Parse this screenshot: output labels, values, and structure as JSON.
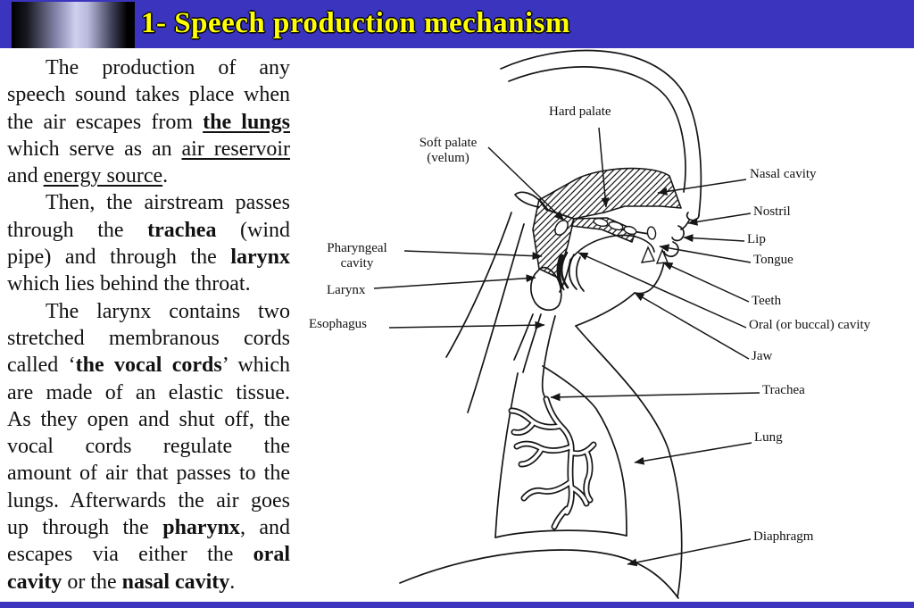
{
  "title_bar": {
    "title": "1- Speech production mechanism",
    "background": "#3a34bf",
    "title_color": "#ffff00"
  },
  "footer_bar": {
    "background": "#3a34bf"
  },
  "body_text": {
    "paragraphs": [
      {
        "lines": [
          {
            "indent": true,
            "segments": [
              {
                "t": "The production of any"
              }
            ]
          },
          {
            "segments": [
              {
                "t": "speech sound takes place when"
              }
            ]
          },
          {
            "segments": [
              {
                "t": "the air escapes from "
              },
              {
                "t": "the lungs",
                "bold": true,
                "underline": true
              }
            ]
          },
          {
            "segments": [
              {
                "t": "which serve as an "
              },
              {
                "t": "air reservoir",
                "underline": true
              }
            ]
          },
          {
            "last": true,
            "segments": [
              {
                "t": "and "
              },
              {
                "t": "energy source",
                "underline": true
              },
              {
                "t": "."
              }
            ]
          }
        ]
      },
      {
        "lines": [
          {
            "indent": true,
            "segments": [
              {
                "t": "Then, the airstream passes"
              }
            ]
          },
          {
            "segments": [
              {
                "t": "through the "
              },
              {
                "t": "trachea",
                "bold": true
              },
              {
                "t": " (wind"
              }
            ]
          },
          {
            "segments": [
              {
                "t": "pipe) and through the "
              },
              {
                "t": "larynx",
                "bold": true
              }
            ]
          },
          {
            "last": true,
            "segments": [
              {
                "t": "which lies behind the throat."
              }
            ]
          }
        ]
      },
      {
        "lines": [
          {
            "indent": true,
            "segments": [
              {
                "t": "The larynx contains two"
              }
            ]
          },
          {
            "segments": [
              {
                "t": "stretched membranous cords"
              }
            ]
          },
          {
            "segments": [
              {
                "t": "called ‘"
              },
              {
                "t": "the vocal cords",
                "bold": true
              },
              {
                "t": "’ which"
              }
            ]
          },
          {
            "segments": [
              {
                "t": "are made of an elastic tissue."
              }
            ]
          },
          {
            "segments": [
              {
                "t": "As they open and shut off, the"
              }
            ]
          },
          {
            "segments": [
              {
                "t": "vocal cords regulate the"
              }
            ]
          },
          {
            "segments": [
              {
                "t": "amount of air that passes to the"
              }
            ]
          },
          {
            "segments": [
              {
                "t": "lungs. Afterwards the air goes"
              }
            ]
          },
          {
            "segments": [
              {
                "t": "up through the "
              },
              {
                "t": "pharynx",
                "bold": true
              },
              {
                "t": ", and"
              }
            ]
          },
          {
            "segments": [
              {
                "t": "escapes via either the "
              },
              {
                "t": "oral",
                "bold": true
              }
            ]
          },
          {
            "last": true,
            "segments": [
              {
                "t": "cavity",
                "bold": true
              },
              {
                "t": " or the "
              },
              {
                "t": "nasal cavity",
                "bold": true
              },
              {
                "t": "."
              }
            ]
          }
        ]
      }
    ]
  },
  "diagram": {
    "labels": [
      {
        "id": "hard-palate",
        "lines": [
          "Hard palate"
        ]
      },
      {
        "id": "soft-palate",
        "lines": [
          "Soft palate",
          "(velum)"
        ]
      },
      {
        "id": "nasal-cavity",
        "lines": [
          "Nasal cavity"
        ]
      },
      {
        "id": "nostril",
        "lines": [
          "Nostril"
        ]
      },
      {
        "id": "lip",
        "lines": [
          "Lip"
        ]
      },
      {
        "id": "tongue",
        "lines": [
          "Tongue"
        ]
      },
      {
        "id": "teeth",
        "lines": [
          "Teeth"
        ]
      },
      {
        "id": "oral-cavity",
        "lines": [
          "Oral (or buccal) cavity"
        ]
      },
      {
        "id": "jaw",
        "lines": [
          "Jaw"
        ]
      },
      {
        "id": "trachea",
        "lines": [
          "Trachea"
        ]
      },
      {
        "id": "lung",
        "lines": [
          "Lung"
        ]
      },
      {
        "id": "diaphragm",
        "lines": [
          "Diaphragm"
        ]
      },
      {
        "id": "pharyngeal-cavity",
        "lines": [
          "Pharyngeal",
          "cavity"
        ]
      },
      {
        "id": "larynx",
        "lines": [
          "Larynx"
        ]
      },
      {
        "id": "esophagus",
        "lines": [
          "Esophagus"
        ]
      }
    ]
  }
}
